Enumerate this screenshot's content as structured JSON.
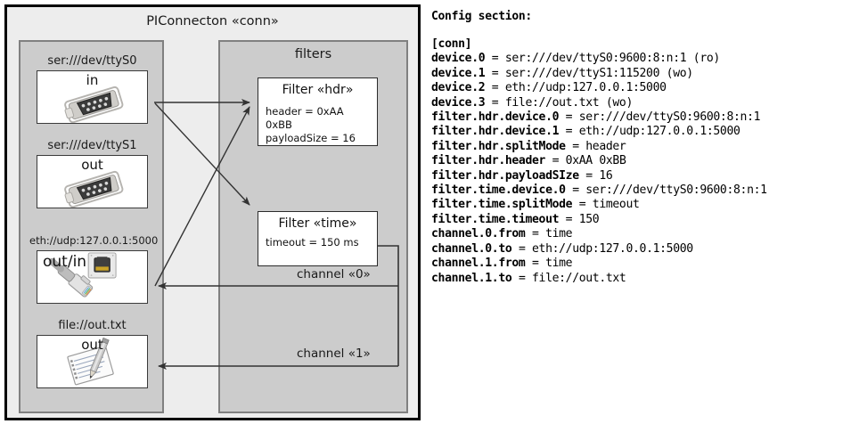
{
  "diagram": {
    "title": "PIConnecton «conn»",
    "devices_panel": {
      "title": "",
      "items": [
        {
          "label": "ser:///dev/ttyS0",
          "direction": "in",
          "icon": "serial-db9-icon"
        },
        {
          "label": "ser:///dev/ttyS1",
          "direction": "out",
          "icon": "serial-db9-icon"
        },
        {
          "label": "eth://udp:127.0.0.1:5000",
          "direction": "out/in",
          "icon": "ethernet-rj45-icon"
        },
        {
          "label": "file://out.txt",
          "direction": "out",
          "icon": "text-file-icon"
        }
      ]
    },
    "filters_panel": {
      "title": "filters",
      "filters": [
        {
          "title": "Filter «hdr»",
          "props": [
            "header = 0xAA 0xBB",
            "payloadSize = 16"
          ]
        },
        {
          "title": "Filter «time»",
          "props": [
            "timeout = 150 ms"
          ]
        }
      ]
    },
    "channels": [
      {
        "label": "channel «0»"
      },
      {
        "label": "channel «1»"
      }
    ]
  },
  "config": {
    "heading": "Config section:",
    "lines": [
      {
        "key": "[conn]",
        "value": ""
      },
      {
        "key": "device.0",
        "value": " = ser:///dev/ttyS0:9600:8:n:1 (ro)"
      },
      {
        "key": "device.1",
        "value": " = ser:///dev/ttyS1:115200 (wo)"
      },
      {
        "key": "device.2",
        "value": " = eth://udp:127.0.0.1:5000"
      },
      {
        "key": "device.3",
        "value": " = file://out.txt (wo)"
      },
      {
        "key": "filter.hdr.device.0",
        "value": " = ser:///dev/ttyS0:9600:8:n:1"
      },
      {
        "key": "filter.hdr.device.1",
        "value": " = eth://udp:127.0.0.1:5000"
      },
      {
        "key": "filter.hdr.splitMode",
        "value": " = header"
      },
      {
        "key": "filter.hdr.header",
        "value": " = 0xAA 0xBB"
      },
      {
        "key": "filter.hdr.payloadSIze",
        "value": " = 16"
      },
      {
        "key": "filter.time.device.0",
        "value": " = ser:///dev/ttyS0:9600:8:n:1"
      },
      {
        "key": "filter.time.splitMode",
        "value": " = timeout"
      },
      {
        "key": "filter.time.timeout",
        "value": " = 150"
      },
      {
        "key": "channel.0.from",
        "value": " = time"
      },
      {
        "key": "channel.0.to",
        "value": " = eth://udp:127.0.0.1:5000"
      },
      {
        "key": "channel.1.from",
        "value": " = time"
      },
      {
        "key": "channel.1.to",
        "value": " = file://out.txt"
      }
    ],
    "full_text": "[conn]\ndevice.0 = ser:///dev/ttyS0:9600:8:n:1 (ro)\ndevice.1 = ser:///dev/ttyS1:115200 (wo)\ndevice.2 = eth://udp:127.0.0.1:5000\ndevice.3 = file://out.txt (wo)\nfilter.hdr.device.0 = ser:///dev/ttyS0:9600:8:n:1\nfilter.hdr.device.1 = eth://udp:127.0.0.1:5000\nfilter.hdr.splitMode = header\nfilter.hdr.header = 0xAA 0xBB\nfilter.hdr.payloadSIze = 16\nfilter.time.device.0 = ser:///dev/ttyS0:9600:8:n:1\nfilter.time.splitMode = timeout\nfilter.time.timeout = 150\nchannel.0.from = time\nchannel.0.to = eth://udp:127.0.0.1:5000\nchannel.1.from = time\nchannel.1.to = file://out.txt"
  },
  "colors": {
    "outer_bg": "#ededed",
    "panel_bg": "#cccccc",
    "card_bg": "#ffffff",
    "border": "#000000"
  }
}
